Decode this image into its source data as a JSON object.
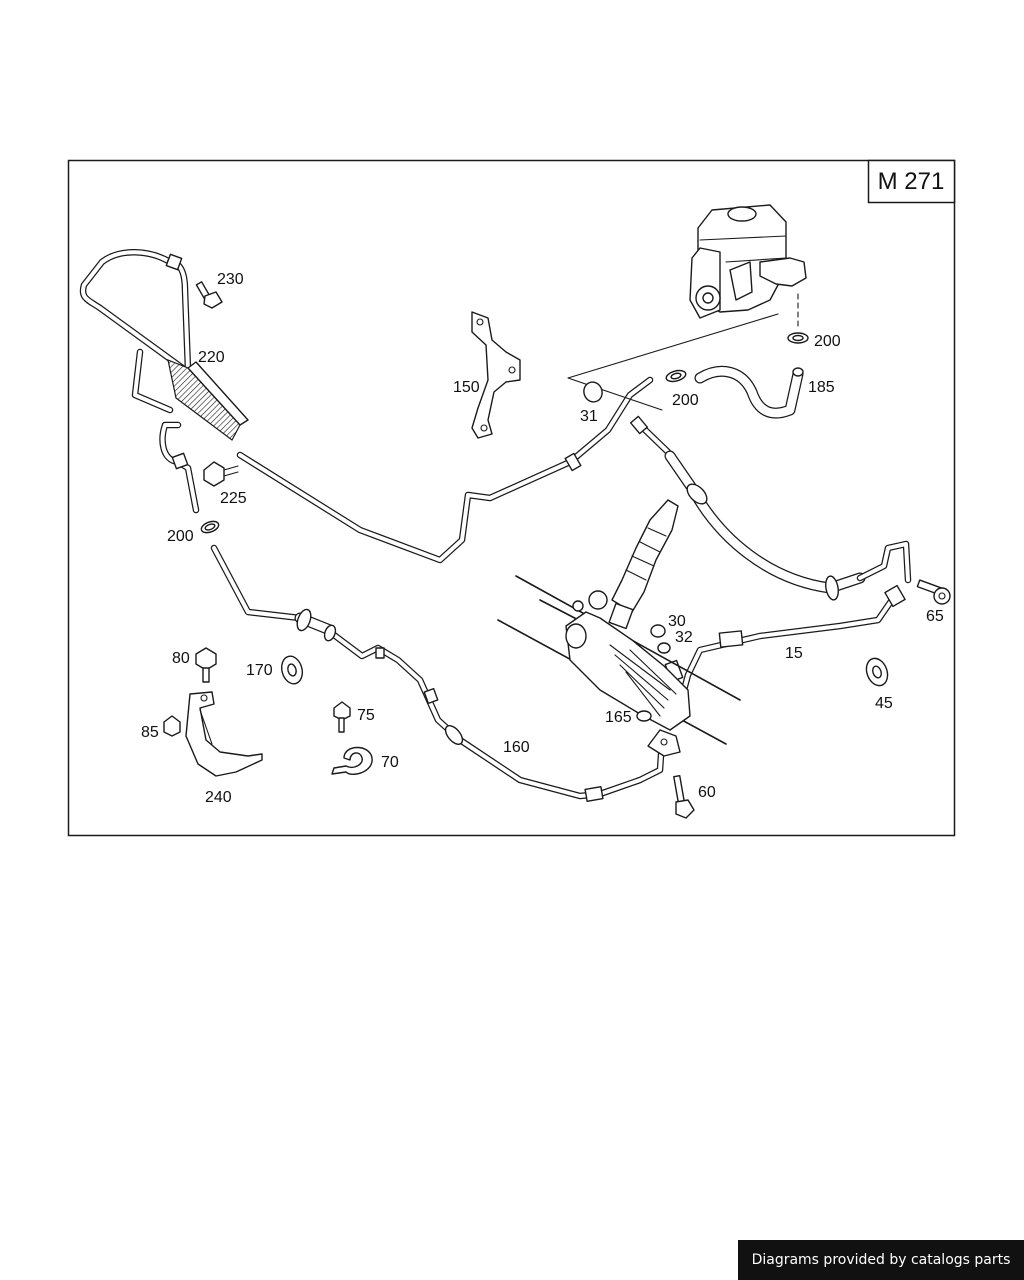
{
  "model_label": "M 271",
  "callouts": {
    "c15": "15",
    "c30": "30",
    "c31": "31",
    "c32": "32",
    "c45": "45",
    "c60": "60",
    "c65": "65",
    "c70": "70",
    "c75": "75",
    "c80": "80",
    "c85": "85",
    "c150": "150",
    "c160": "160",
    "c165": "165",
    "c170": "170",
    "c185": "185",
    "c200a": "200",
    "c200b": "200",
    "c200c": "200",
    "c220": "220",
    "c225": "225",
    "c230": "230",
    "c240": "240"
  },
  "footer": {
    "text": "Diagrams provided by catalogs parts"
  }
}
